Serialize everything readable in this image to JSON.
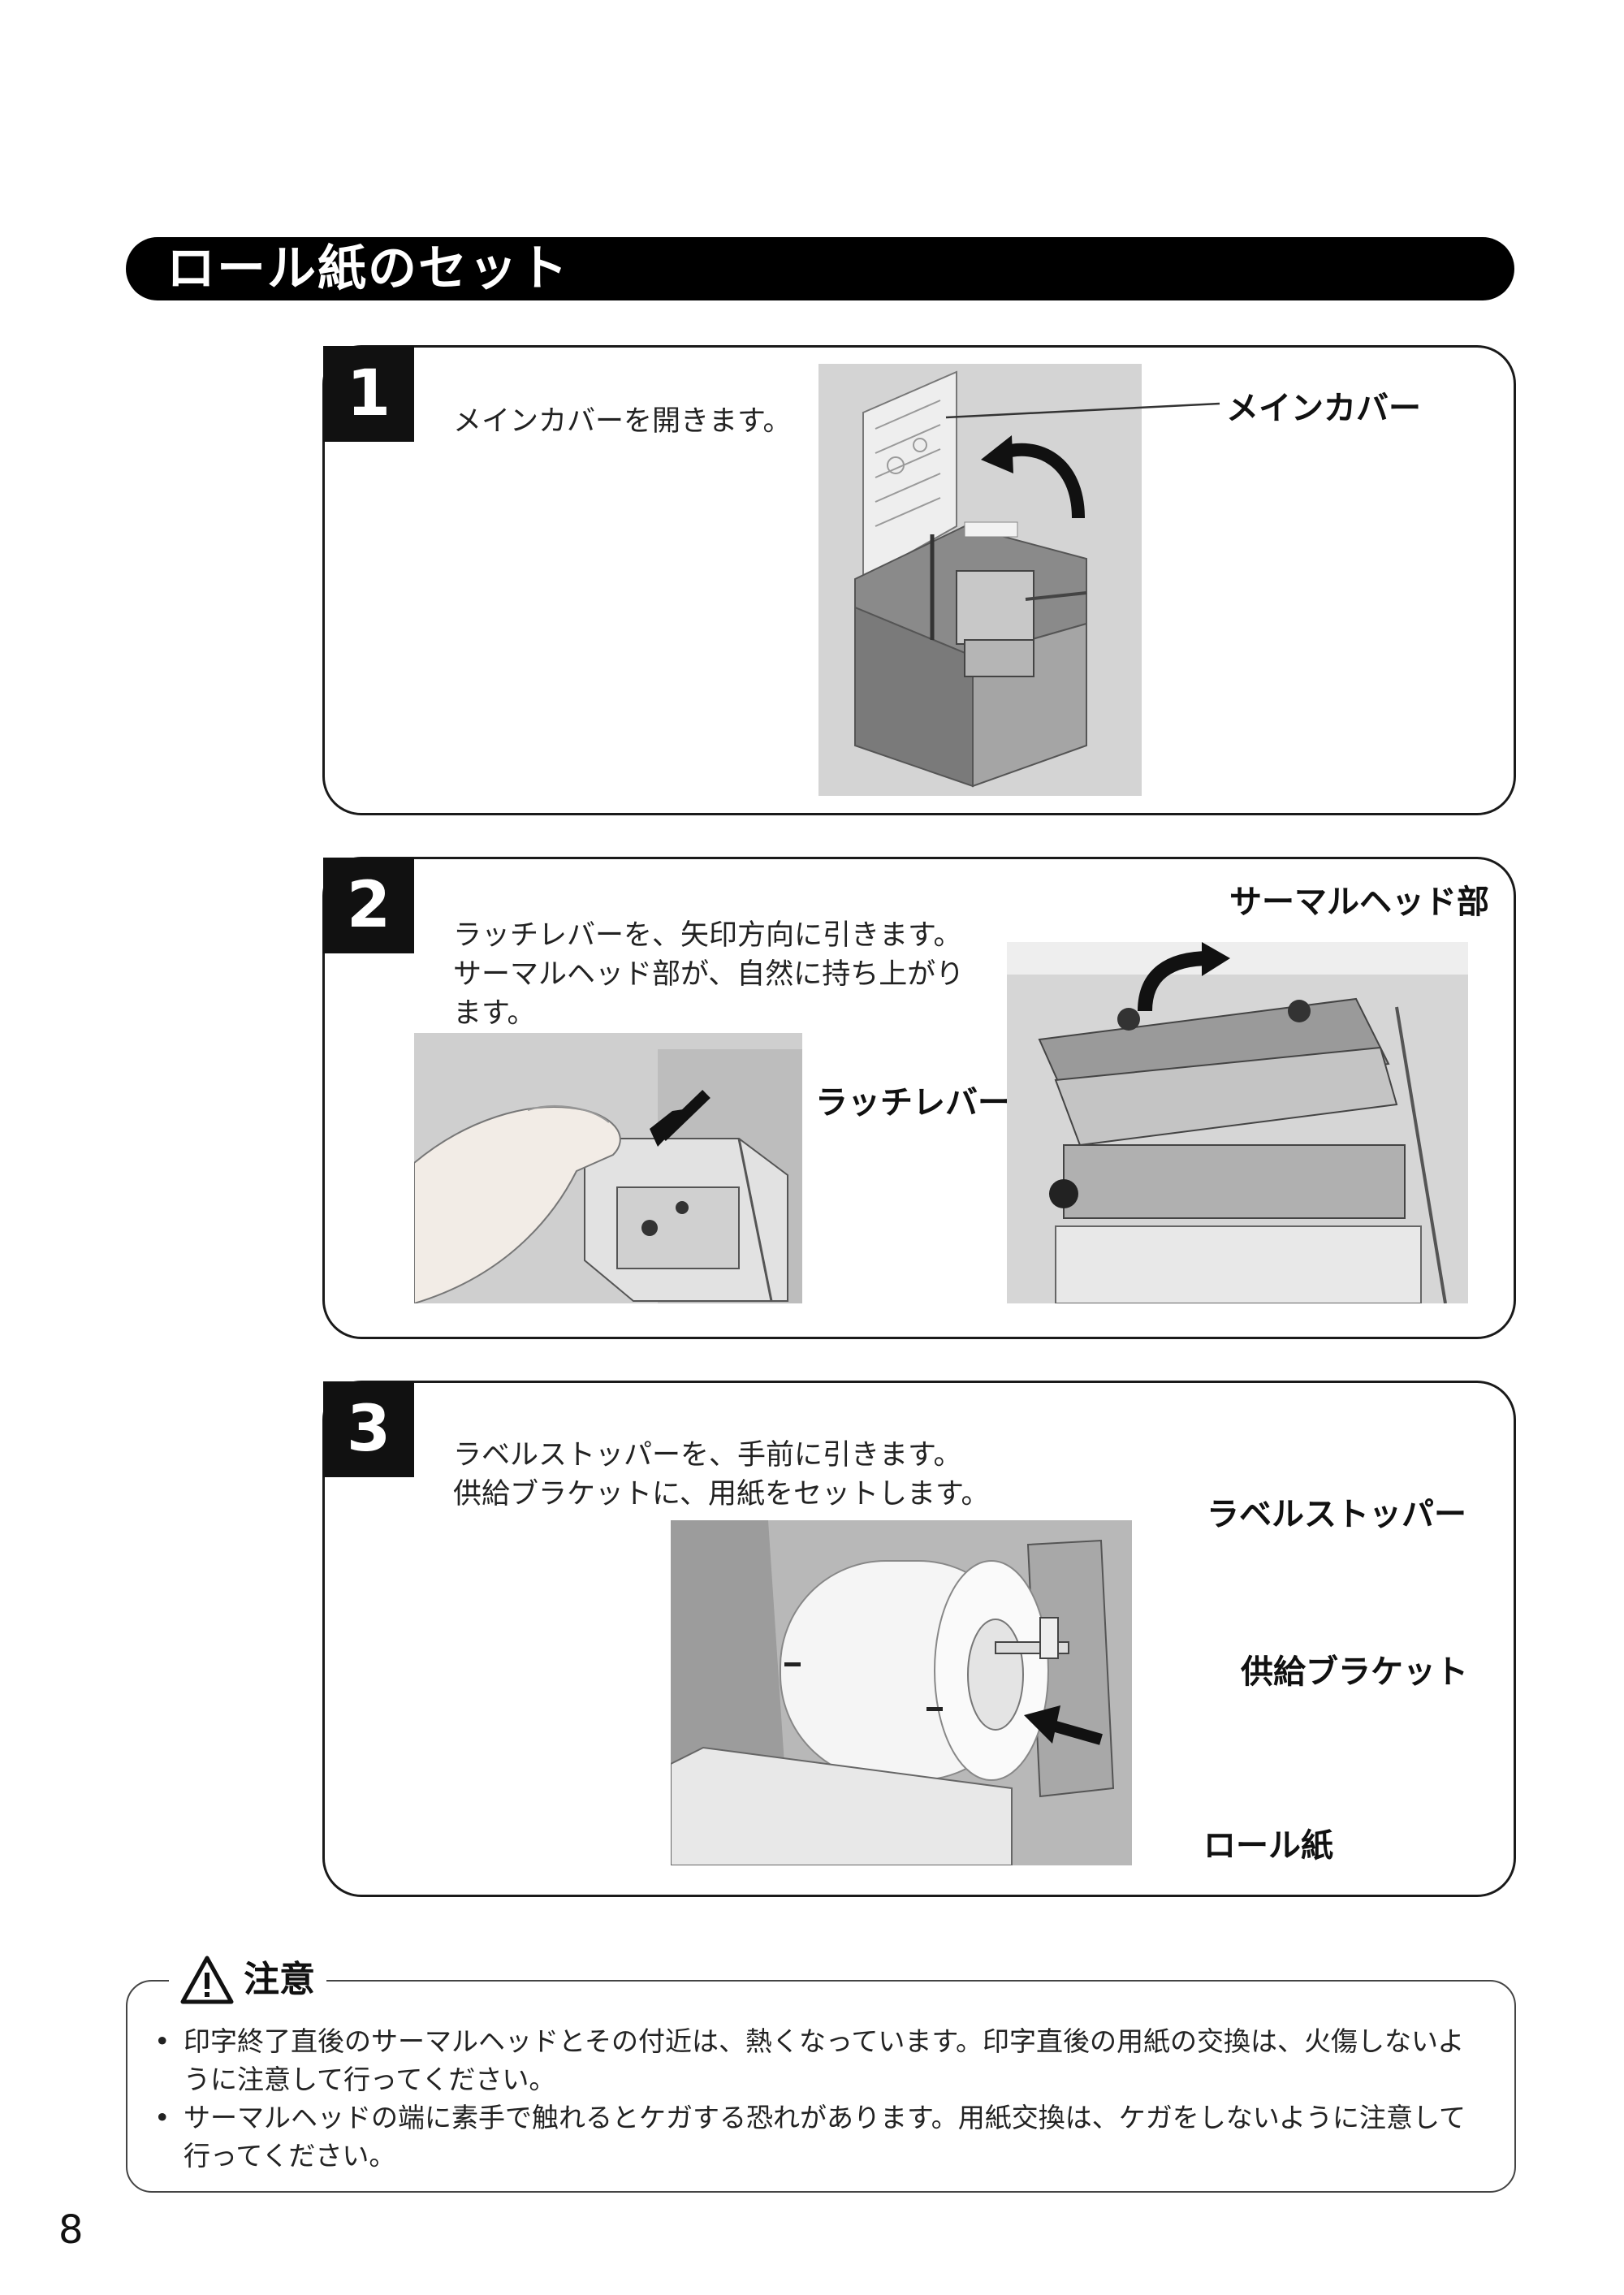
{
  "title": "ロール紙のセット",
  "steps": [
    {
      "number": "1",
      "text": [
        "メインカバーを開きます。"
      ],
      "callouts": [
        "メインカバー"
      ]
    },
    {
      "number": "2",
      "text": [
        "ラッチレバーを、矢印方向に引きます。",
        "サーマルヘッド部が、自然に持ち上がり",
        "ます。"
      ],
      "callouts": [
        "ラッチレバー",
        "サーマルヘッド部"
      ]
    },
    {
      "number": "3",
      "text": [
        "ラベルストッパーを、手前に引きます。",
        "供給ブラケットに、用紙をセットします。"
      ],
      "callouts": [
        "ラベルストッパー",
        "供給ブラケット",
        "ロール紙"
      ]
    }
  ],
  "caution": {
    "title": "注意",
    "icon": "warning-triangle-icon",
    "items": [
      {
        "line1": "印字終了直後のサーマルヘッドとその付近は、熱くなっています。印字直後の用紙の交換は、火傷しないよ",
        "line2": "うに注意して行ってください。"
      },
      {
        "line1": "サーマルヘッドの端に素手で触れるとケガする恐れがあります。用紙交換は、ケガをしないように注意して",
        "line2": "行ってください。"
      }
    ]
  },
  "page_number": "8"
}
